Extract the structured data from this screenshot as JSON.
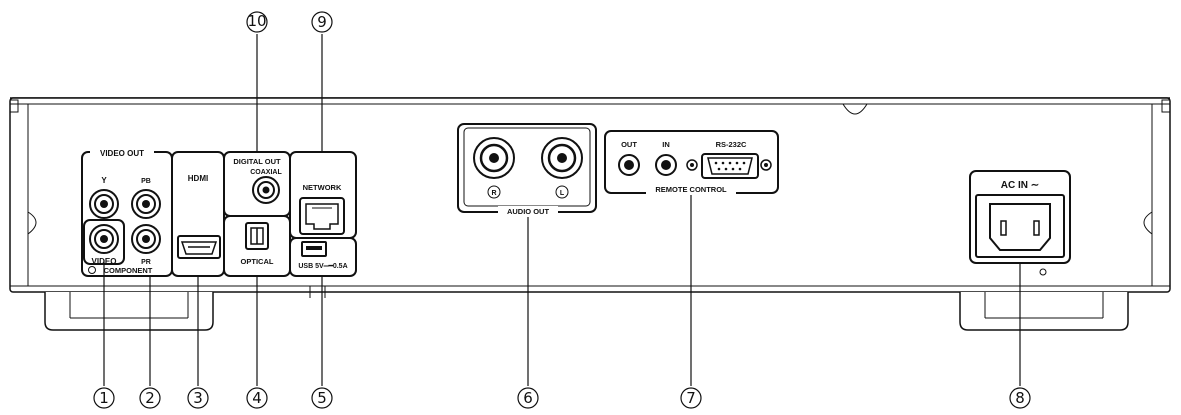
{
  "labels": {
    "video_out": "VIDEO OUT",
    "y": "Y",
    "pb": "PB",
    "pr": "PR",
    "video": "VIDEO",
    "component": "COMPONENT",
    "hdmi": "HDMI",
    "digital_out": "DIGITAL OUT",
    "coaxial": "COAXIAL",
    "optical": "OPTICAL",
    "network": "NETWORK",
    "usb": "USB 5V═━0.5A",
    "r": "R",
    "l": "L",
    "audio_out": "AUDIO OUT",
    "out": "OUT",
    "in": "IN",
    "rs232c": "RS-232C",
    "remote_control": "REMOTE CONTROL",
    "ac_in": "AC IN ∼"
  },
  "callouts": [
    {
      "id": "1",
      "glyph": "①"
    },
    {
      "id": "2",
      "glyph": "②"
    },
    {
      "id": "3",
      "glyph": "③"
    },
    {
      "id": "4",
      "glyph": "④"
    },
    {
      "id": "5",
      "glyph": "⑤"
    },
    {
      "id": "6",
      "glyph": "⑥"
    },
    {
      "id": "7",
      "glyph": "⑦"
    },
    {
      "id": "8",
      "glyph": "⑧"
    },
    {
      "id": "9",
      "glyph": "⑨"
    },
    {
      "id": "10",
      "glyph": "⑩"
    }
  ],
  "colors": {
    "line": "#111111",
    "panel_fill": "#ffffff",
    "label_bg": "#ffffff"
  }
}
